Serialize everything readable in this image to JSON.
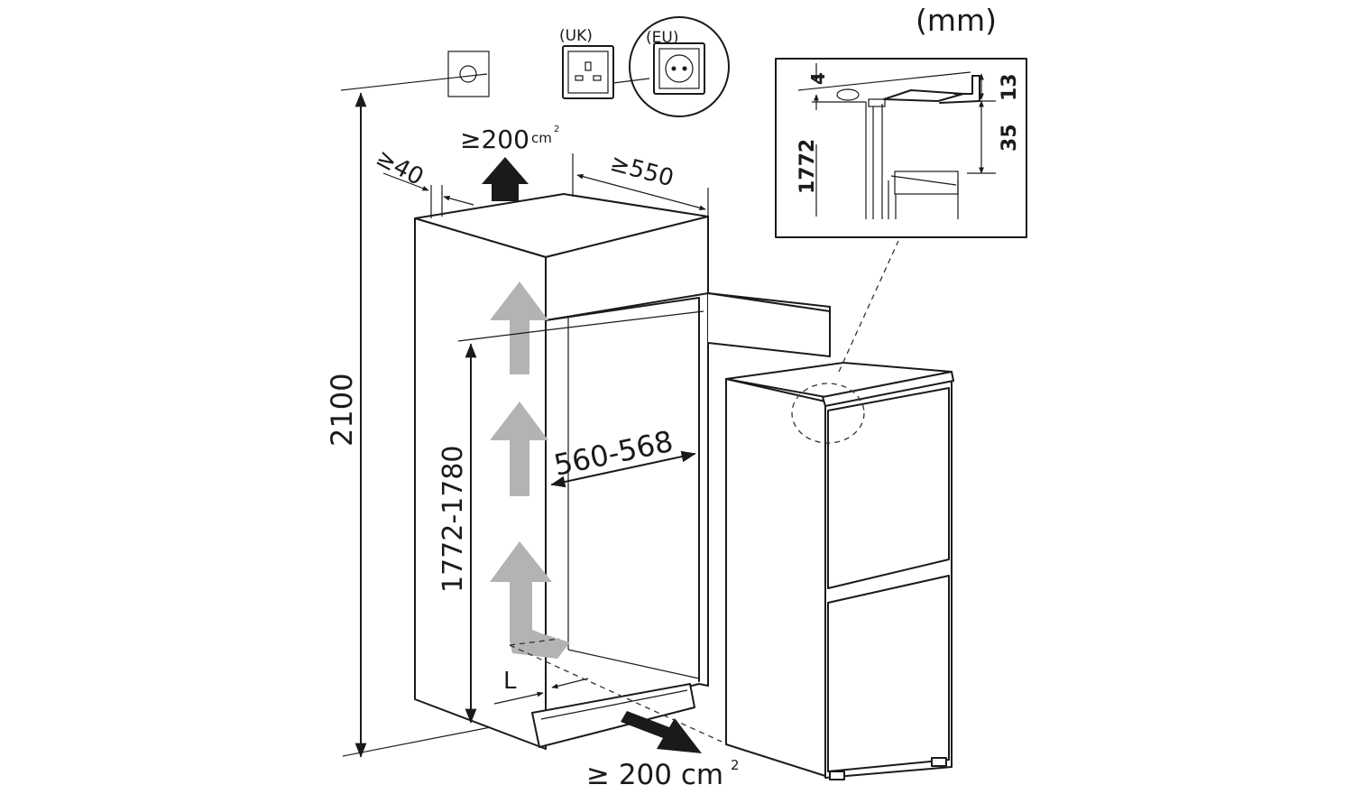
{
  "unit_label": "(mm)",
  "sockets": {
    "uk_label": "(UK)",
    "eu_label": "(EU)"
  },
  "dimensions": {
    "total_height": "2100",
    "niche_height": "1772-1780",
    "niche_width": "560-568",
    "depth": "≥550",
    "rear_gap": "≥40",
    "top_vent": "≥200",
    "top_vent_unit": "cm",
    "top_vent_exp": "2",
    "bottom_vent": "≥ 200 cm",
    "bottom_vent_exp": "2",
    "l_label": "L"
  },
  "detail": {
    "dim_4": "4",
    "dim_13": "13",
    "dim_35": "35",
    "dim_1772": "1772"
  }
}
